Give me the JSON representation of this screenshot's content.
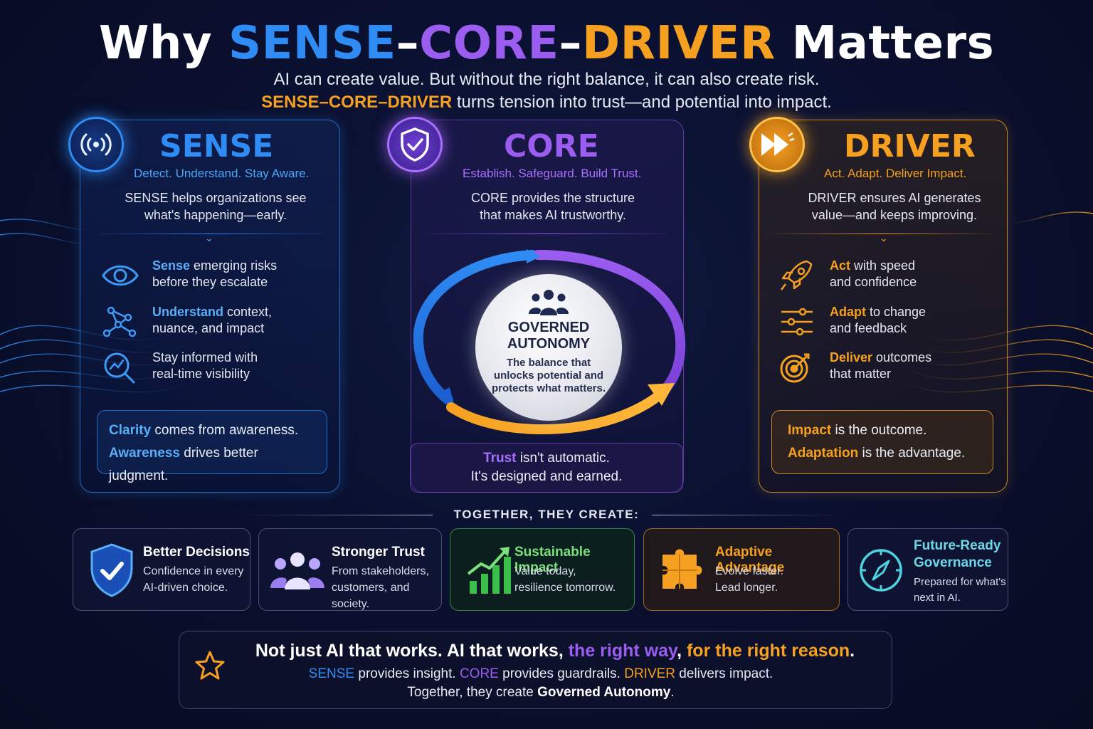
{
  "header": {
    "title_prefix": "Why ",
    "title_sense": "SENSE",
    "title_dash1": "–",
    "title_core": "CORE",
    "title_dash2": "–",
    "title_driver": "DRIVER",
    "title_suffix": " Matters",
    "subtitle1": "AI can create value. But without the right balance, it can also create risk.",
    "subtitle2_brand": "SENSE–CORE–DRIVER",
    "subtitle2_rest": " turns tension into trust—and potential into impact."
  },
  "colors": {
    "sense": "#2f8cf5",
    "core": "#9b5df0",
    "driver": "#f5a021",
    "impact_green": "#5fd35f"
  },
  "sense": {
    "icon": "broadcast-signal-icon",
    "name": "SENSE",
    "tagline": "Detect. Understand. Stay Aware.",
    "desc": "SENSE helps organizations see what's happening—early.",
    "items": [
      {
        "icon": "eye-icon",
        "keyword": "Sense",
        "rest": " emerging risks",
        "line2": "before they escalate"
      },
      {
        "icon": "network-icon",
        "keyword": "Understand",
        "rest": " context,",
        "line2": "nuance, and impact"
      },
      {
        "icon": "magnifier-chart-icon",
        "keyword": "Stay informed",
        "rest": " with",
        "line2": "real-time visibility"
      }
    ],
    "quote": [
      {
        "keyword": "Clarity",
        "rest": " comes from awareness."
      },
      {
        "keyword": "Awareness",
        "rest": " drives better judgment."
      }
    ]
  },
  "core": {
    "icon": "shield-check-icon",
    "name": "CORE",
    "tagline": "Establish. Safeguard. Build Trust.",
    "desc": "CORE provides the structure that makes AI trustworthy.",
    "center_icon": "people-group-icon",
    "center_title_1": "GOVERNED",
    "center_title_2": "AUTONOMY",
    "center_desc": "The balance that unlocks potential and protects what matters.",
    "quote_keyword": "Trust",
    "quote_rest": " isn't automatic.",
    "quote_line2": "It's designed and earned."
  },
  "driver": {
    "icon": "fast-forward-icon",
    "name": "DRIVER",
    "tagline": "Act. Adapt. Deliver Impact.",
    "desc": "DRIVER ensures AI generates value—and keeps improving.",
    "items": [
      {
        "icon": "rocket-icon",
        "keyword": "Act",
        "rest": " with speed",
        "line2": "and confidence"
      },
      {
        "icon": "sliders-icon",
        "keyword": "Adapt",
        "rest": " to change",
        "line2": "and feedback"
      },
      {
        "icon": "target-icon",
        "keyword": "Deliver",
        "rest": " outcomes",
        "line2": "that matter"
      }
    ],
    "quote": [
      {
        "keyword": "Impact",
        "rest": " is the outcome."
      },
      {
        "keyword": "Adaptation",
        "rest": " is the advantage."
      }
    ]
  },
  "together": {
    "heading": "TOGETHER, THEY CREATE:",
    "cards": [
      {
        "icon": "shield-check-icon",
        "title": "Better Decisions",
        "line1": "Confidence in every",
        "line2": "AI-driven choice."
      },
      {
        "icon": "people-group-icon",
        "title": "Stronger Trust",
        "line1": "From stakeholders,",
        "line2": "customers, and society."
      },
      {
        "icon": "growth-chart-icon",
        "title": "Sustainable Impact",
        "line1": "Value today,",
        "line2": "resilience tomorrow."
      },
      {
        "icon": "puzzle-piece-icon",
        "title": "Adaptive Advantage",
        "line1": "Evolve faster.",
        "line2": "Lead longer."
      },
      {
        "icon": "compass-icon",
        "title_1": "Future-Ready",
        "title_2": "Governance",
        "line1": "Prepared for what's",
        "line2": "next in AI."
      }
    ]
  },
  "bottom": {
    "icon": "star-icon",
    "line1_a": "Not just AI that works.   AI that works, ",
    "line1_b": "the right way",
    "line1_c": ", ",
    "line1_d": "for the right reason",
    "line1_e": ".",
    "l2_sense": "SENSE",
    "l2_a": " provides insight. ",
    "l2_core": "CORE",
    "l2_b": " provides guardrails.  ",
    "l2_driver": "DRIVER",
    "l2_c": " delivers impact.",
    "l3_a": "Together, they create ",
    "l3_b": "Governed Autonomy",
    "l3_c": "."
  }
}
